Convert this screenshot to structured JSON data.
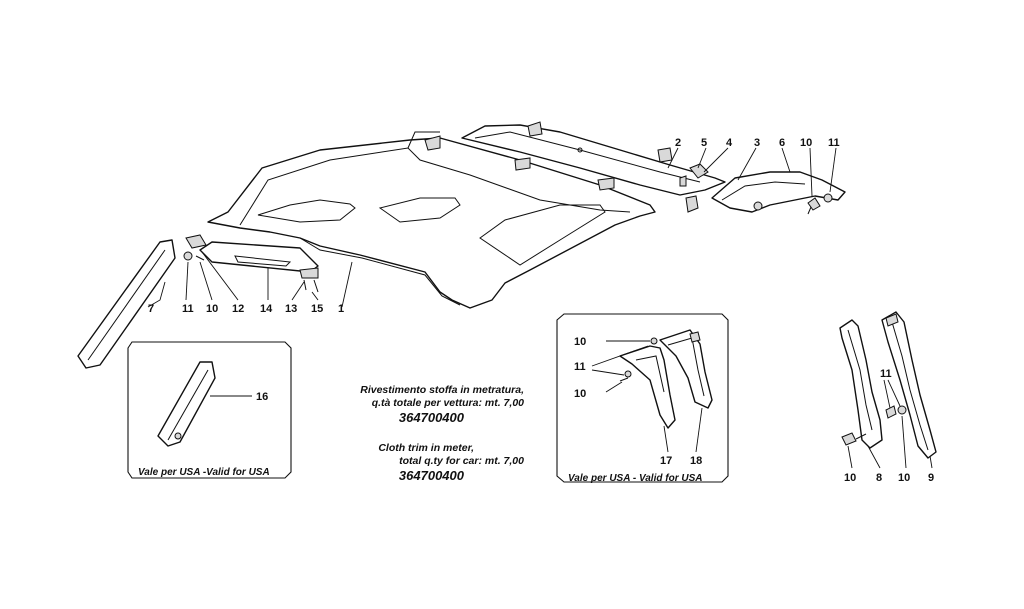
{
  "callouts": {
    "n1": "1",
    "n2": "2",
    "n3": "3",
    "n4": "4",
    "n5": "5",
    "n6": "6",
    "n7": "7",
    "n8": "8",
    "n9": "9",
    "n10": "10",
    "n11": "11",
    "n12": "12",
    "n13": "13",
    "n14": "14",
    "n15": "15",
    "n16": "16",
    "n17": "17",
    "n18": "18"
  },
  "boxes": {
    "usa_left_caption": "Vale per USA -Valid for USA",
    "usa_right_caption": "Vale per USA - Valid for USA"
  },
  "notes": {
    "italian_line1": "Rivestimento stoffa in metratura,",
    "italian_line2": "q.tà totale per vettura: mt. 7,00",
    "italian_code": "364700400",
    "english_line1": "Cloth trim in meter,",
    "english_line2": "total q.ty for car: mt. 7,00",
    "english_code": "364700400"
  }
}
